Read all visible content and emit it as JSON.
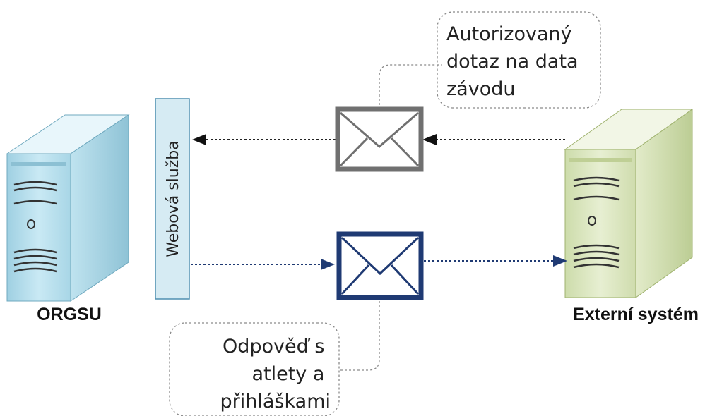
{
  "nodes": {
    "left_server": {
      "label": "ORGSU",
      "color": "#bfe4ef"
    },
    "right_server": {
      "label": "Externí systém",
      "color": "#dfe9c8"
    },
    "web_service": {
      "label": "Webová služba",
      "color": "#d6ebf3"
    }
  },
  "messages": {
    "request": {
      "lines": [
        "Autorizovaný",
        "dotaz na data",
        "závodu"
      ],
      "color": "#707070",
      "direction": "right-to-left",
      "icon": "envelope-icon"
    },
    "response": {
      "lines": [
        "Odpověď s",
        "atlety a",
        "přihláškami"
      ],
      "color": "#1f3a73",
      "direction": "left-to-right",
      "icon": "envelope-icon"
    }
  }
}
